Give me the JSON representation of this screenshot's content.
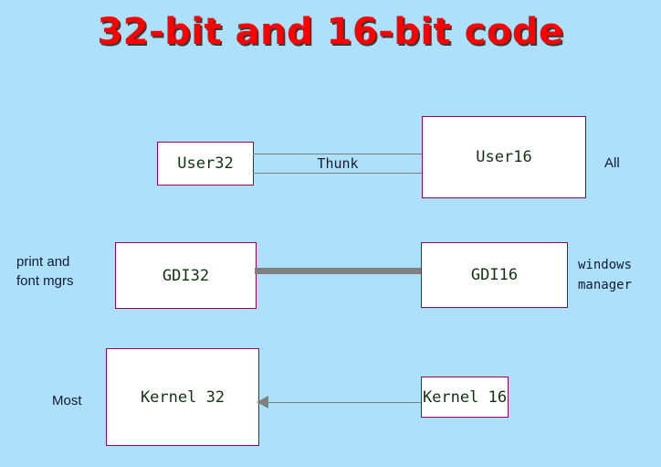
{
  "slide": {
    "title": "32-bit and 16-bit code",
    "background_color": "#ade1fb",
    "title_color": "#ff0000",
    "box_border_color": "#9c0058",
    "box_fill_color": "#ffffff",
    "connector_color": "#808080",
    "label_color": "#121a33"
  },
  "boxes": [
    {
      "id": "user32",
      "label": "User32"
    },
    {
      "id": "user16",
      "label": "User16"
    },
    {
      "id": "gdi32",
      "label": "GDI32"
    },
    {
      "id": "gdi16",
      "label": "GDI16"
    },
    {
      "id": "kernel32",
      "label": "Kernel 32"
    },
    {
      "id": "kernel16",
      "label": "Kernel 16"
    }
  ],
  "connectors": {
    "thunk_label": "Thunk"
  },
  "annotations": {
    "all": "All",
    "print_and_font_mgrs": "print and\nfont mgrs",
    "windows_manager": "windows\nmanager",
    "most": "Most"
  }
}
